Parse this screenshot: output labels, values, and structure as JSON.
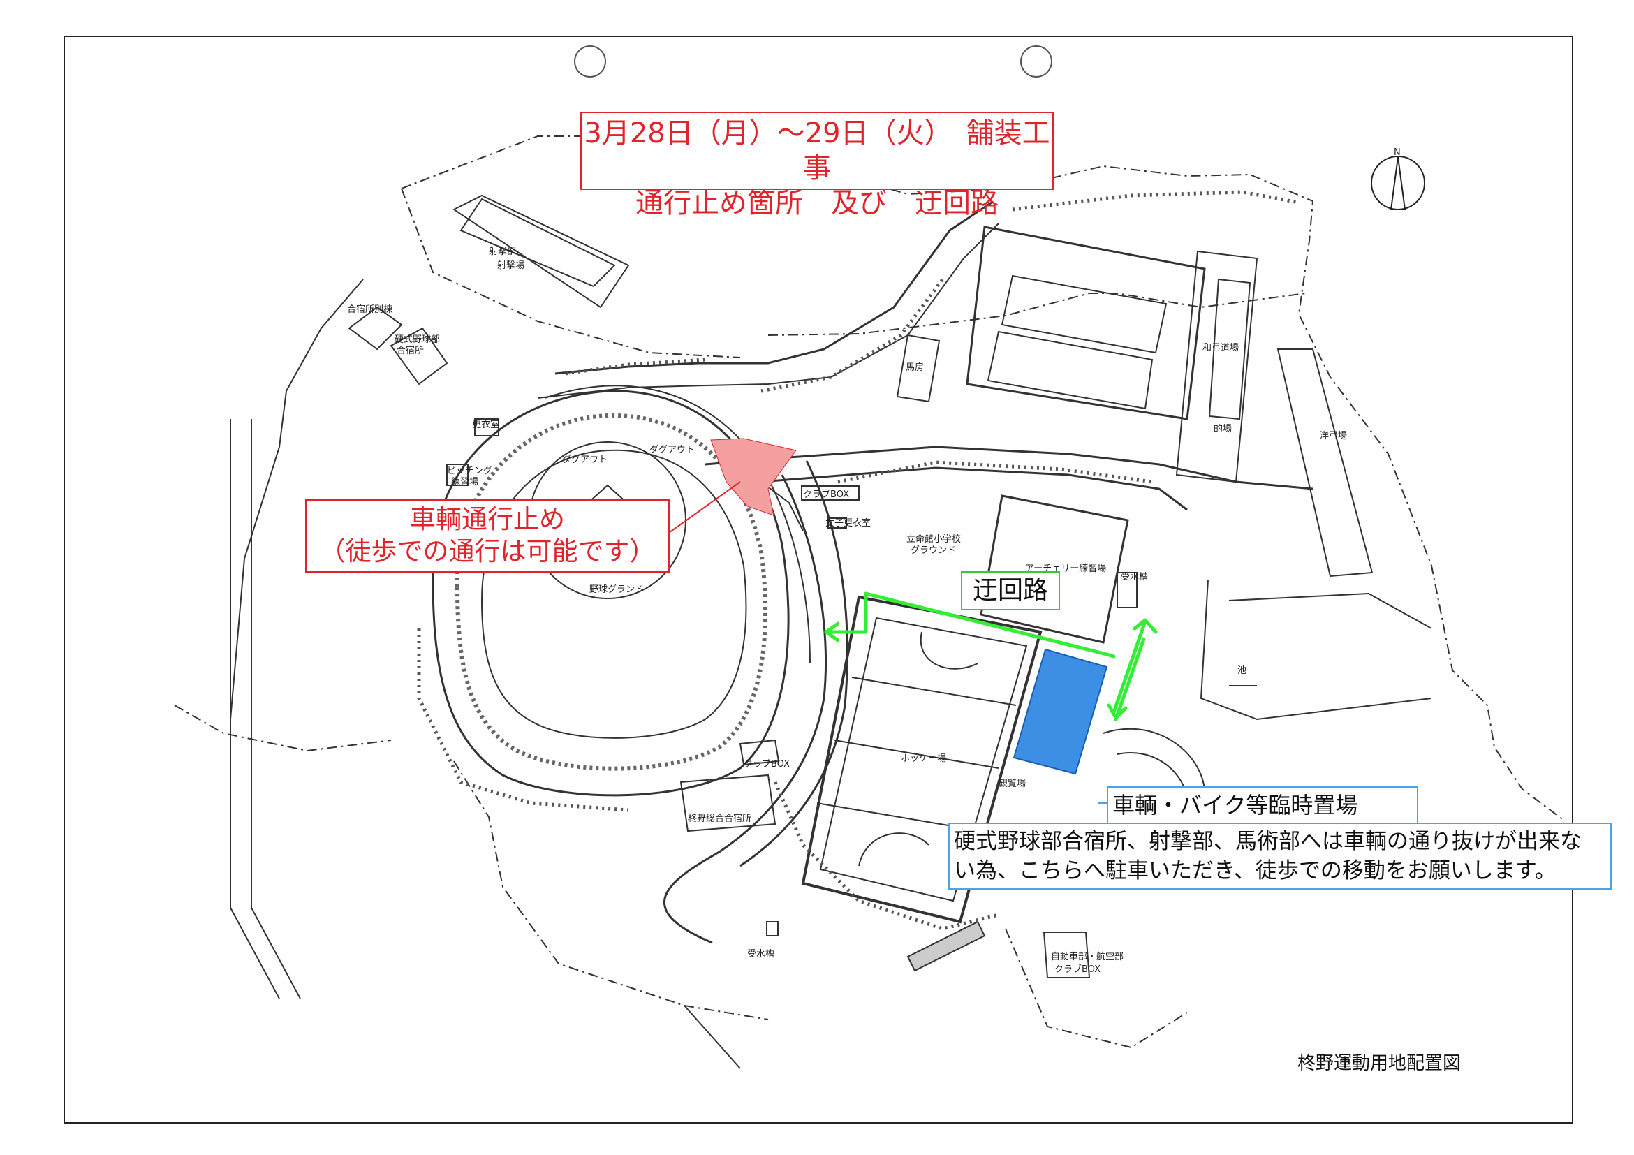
{
  "title": {
    "line1": "3月28日（月）～29日（火）　舗装工事",
    "line2": "通行止め箇所　及び　迂回路",
    "color": "#e0242a"
  },
  "closure": {
    "line1": "車輌通行止め",
    "line2": "（徒歩での通行は可能です）",
    "color": "#e0242a",
    "zone_color": "#f4a0a0"
  },
  "detour": {
    "label": "迂回路",
    "color": "#33ee33"
  },
  "parking": {
    "label": "車輌・バイク等臨時置場",
    "note_line1": "硬式野球部合宿所、射撃部、馬術部へは車輌の通り抜けが出来な",
    "note_line2": "い為、こちらへ駐車いただき、徒歩での移動をお願いします。",
    "color": "#3d8fe6"
  },
  "map_labels": {
    "shooting_club": "射撃部",
    "shooting_range": "射撃場",
    "annex": "合宿所別棟",
    "baseball_dorm_1": "硬式野球部",
    "baseball_dorm_2": "合宿所",
    "locker": "更衣室",
    "pitching_1": "ピッチング",
    "pitching_2": "練習場",
    "dugout_1": "ダグアウト",
    "dugout_2": "ダグアウト",
    "baseball_ground": "野球グランド",
    "club_box_1": "クラブBOX",
    "club_box_2": "クラブBOX",
    "club_box_3": "クラブBOX",
    "womens_locker": "女子更衣室",
    "school_ground_1": "立命館小学校",
    "school_ground_2": "グラウンド",
    "archery_practice": "アーチェリー練習場",
    "water_tank_1": "受水槽",
    "water_tank_2": "受水槽",
    "hockey": "ホッケー場",
    "spectator": "観覧場",
    "dorm": "柊野総合合宿所",
    "stable": "馬房",
    "kyudo": "和弓道場",
    "target": "的場",
    "western_archery": "洋弓場",
    "pond": "池",
    "auto_club": "自動車部・航空部",
    "north": "N"
  },
  "sheet_title": "柊野運動用地配置図"
}
